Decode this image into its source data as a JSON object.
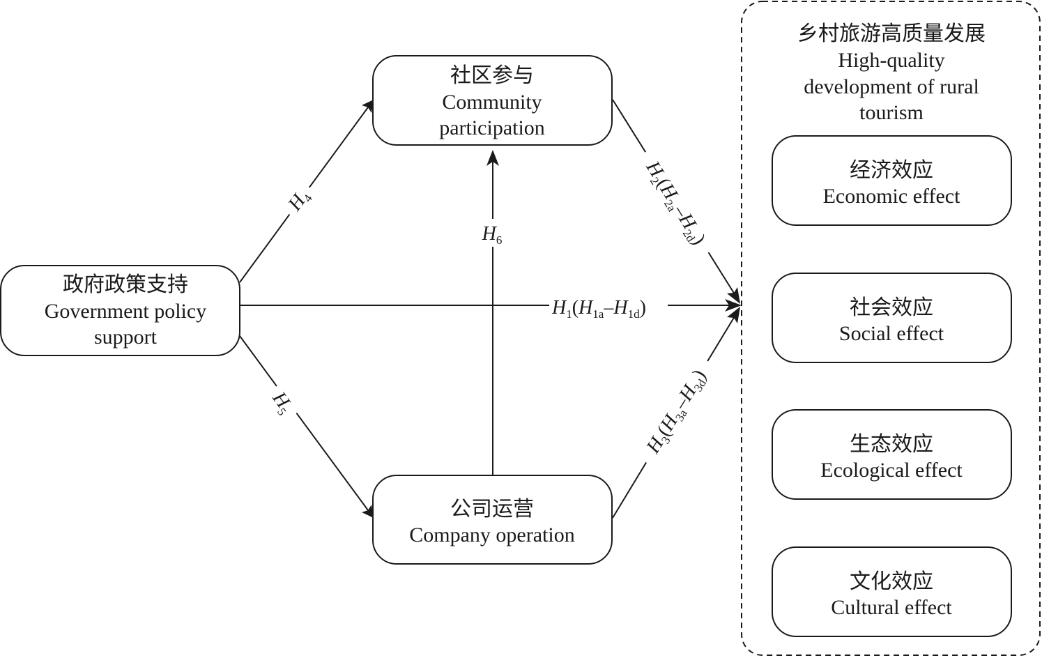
{
  "nodes": {
    "government": {
      "zh": "政府政策支持",
      "en_line1": "Government policy",
      "en_line2": "support"
    },
    "community": {
      "zh": "社区参与",
      "en_line1": "Community",
      "en_line2": "participation"
    },
    "company": {
      "zh": "公司运营",
      "en_line1": "Company operation"
    }
  },
  "outcome_group": {
    "zh": "乡村旅游高质量发展",
    "en_line1": "High-quality",
    "en_line2": "development of rural",
    "en_line3": "tourism",
    "effects": [
      {
        "zh": "经济效应",
        "en": "Economic effect"
      },
      {
        "zh": "社会效应",
        "en": "Social effect"
      },
      {
        "zh": "生态效应",
        "en": "Ecological effect"
      },
      {
        "zh": "文化效应",
        "en": "Cultural effect"
      }
    ]
  },
  "edges": {
    "h1": {
      "letter": "H",
      "sub": "1",
      "open": "(",
      "a_letter": "H",
      "a_sub": "1a",
      "dash": "–",
      "b_letter": "H",
      "b_sub": "1d",
      "close": ")"
    },
    "h2": {
      "letter": "H",
      "sub": "2",
      "open": "(",
      "a_letter": "H",
      "a_sub": "2a",
      "dash": "–",
      "b_letter": "H",
      "b_sub": "2d",
      "close": ")"
    },
    "h3": {
      "letter": "H",
      "sub": "3",
      "open": "(",
      "a_letter": "H",
      "a_sub": "3a",
      "dash": "–",
      "b_letter": "H",
      "b_sub": "3d",
      "close": ")"
    },
    "h4": {
      "letter": "H",
      "sub": "4"
    },
    "h5": {
      "letter": "H",
      "sub": "5"
    },
    "h6": {
      "letter": "H",
      "sub": "6"
    }
  }
}
